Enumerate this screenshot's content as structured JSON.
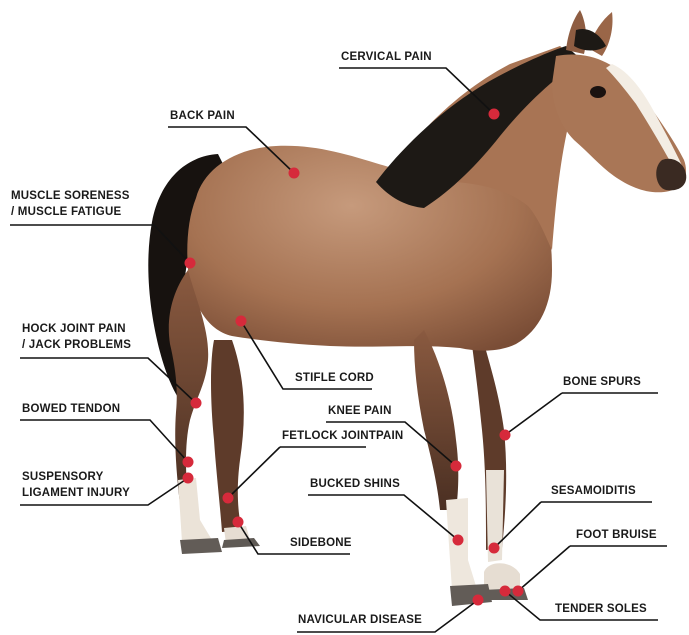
{
  "colors": {
    "marker": "#d62a3b",
    "leader": "#111111",
    "coat": "#a57252",
    "coat_dark": "#6e4532",
    "mane": "#1c1814",
    "stocking": "#ece5dc",
    "blaze": "#f4efe7",
    "hoof": "#6b6560"
  },
  "labels": {
    "cervical_pain": "CERVICAL PAIN",
    "back_pain": "BACK PAIN",
    "muscle_soreness": "MUSCLE SORENESS\n/ MUSCLE FATIGUE",
    "hock_joint_pain": "HOCK JOINT PAIN\n/ JACK PROBLEMS",
    "stifle_cord": "STIFLE CORD",
    "bowed_tendon": "BOWED TENDON",
    "suspensory_ligament": "SUSPENSORY\nLIGAMENT INJURY",
    "fetlock_joint_pain": "FETLOCK JOINTPAIN",
    "sidebone": "SIDEBONE",
    "knee_pain": "KNEE PAIN",
    "bucked_shins": "BUCKED SHINS",
    "bone_spurs": "BONE SPURS",
    "sesamoiditis": "SESAMOIDITIS",
    "foot_bruise": "FOOT BRUISE",
    "tender_soles": "TENDER SOLES",
    "navicular_disease": "NAVICULAR DISEASE"
  }
}
